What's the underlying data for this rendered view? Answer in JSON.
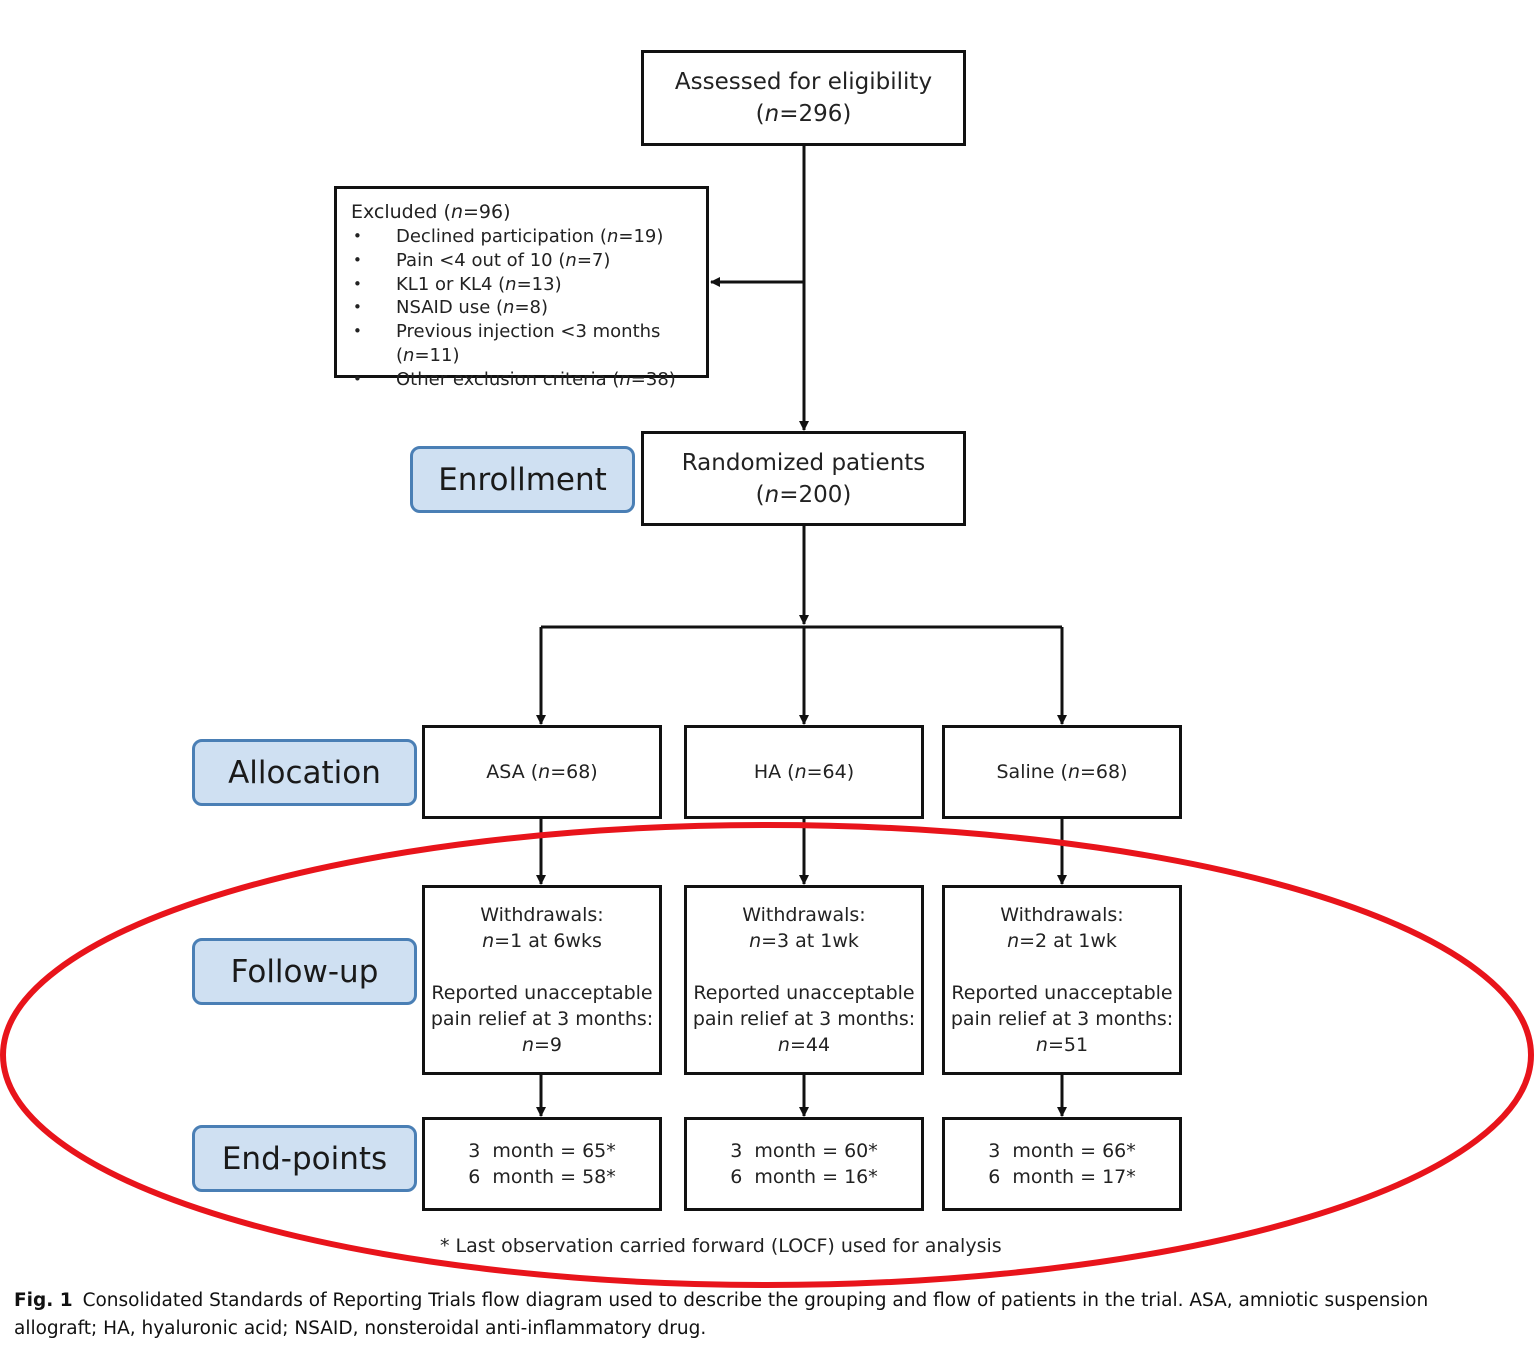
{
  "assessed": {
    "line1": "Assessed for eligibility",
    "n_prefix": "(",
    "n_value": "=296)"
  },
  "excluded": {
    "title": "Excluded (",
    "title_n": "=96)",
    "items": [
      {
        "text": "Declined participation (",
        "n": "=19)"
      },
      {
        "text": "Pain <4 out of 10 (",
        "n": "=7)"
      },
      {
        "text": "KL1 or KL4 (",
        "n": "=13)"
      },
      {
        "text": "NSAID use (",
        "n": "=8)"
      },
      {
        "text": "Previous injection <3 months (",
        "n": "=11)"
      },
      {
        "text": "Other exclusion criteria (",
        "n": "=38)"
      }
    ]
  },
  "n_symbol": "n",
  "randomized": {
    "line1": "Randomized patients",
    "n_prefix": "(",
    "n_value": "=200)"
  },
  "stages": {
    "enrollment": "Enrollment",
    "allocation": "Allocation",
    "followup": "Follow-up",
    "endpoints": "End-points"
  },
  "groups": [
    {
      "name": "ASA (",
      "n": "=68)",
      "withdrawals_label": "Withdrawals:",
      "withdrawals_value": "=1 at 6wks",
      "relief_line1": "Reported unacceptable",
      "relief_line2": "pain relief at 3 months:",
      "relief_value": "=9",
      "end_3m": "3  month = 65*",
      "end_6m": "6  month = 58*"
    },
    {
      "name": "HA (",
      "n": "=64)",
      "withdrawals_label": "Withdrawals:",
      "withdrawals_value": "=3 at 1wk",
      "relief_line1": "Reported unacceptable",
      "relief_line2": "pain relief at 3 months:",
      "relief_value": "=44",
      "end_3m": "3  month = 60*",
      "end_6m": "6  month = 16*"
    },
    {
      "name": "Saline (",
      "n": "=68)",
      "withdrawals_label": "Withdrawals:",
      "withdrawals_value": "=2 at 1wk",
      "relief_line1": "Reported unacceptable",
      "relief_line2": "pain relief at 3 months:",
      "relief_value": "=51",
      "end_3m": "3  month = 66*",
      "end_6m": "6  month = 17*"
    }
  ],
  "footnote": "* Last observation carried forward (LOCF) used for analysis",
  "caption": {
    "label": "Fig. 1",
    "text": "Consolidated Standards of Reporting Trials flow diagram used to describe the grouping and flow of patients in the trial. ASA, amniotic suspension allograft; HA, hyaluronic acid; NSAID, nonsteroidal anti-inflammatory drug."
  },
  "colors": {
    "line": "#111111",
    "stage_fill": "#cfe0f2",
    "stage_border": "#4a7fb5",
    "highlight": "#e8141b"
  }
}
